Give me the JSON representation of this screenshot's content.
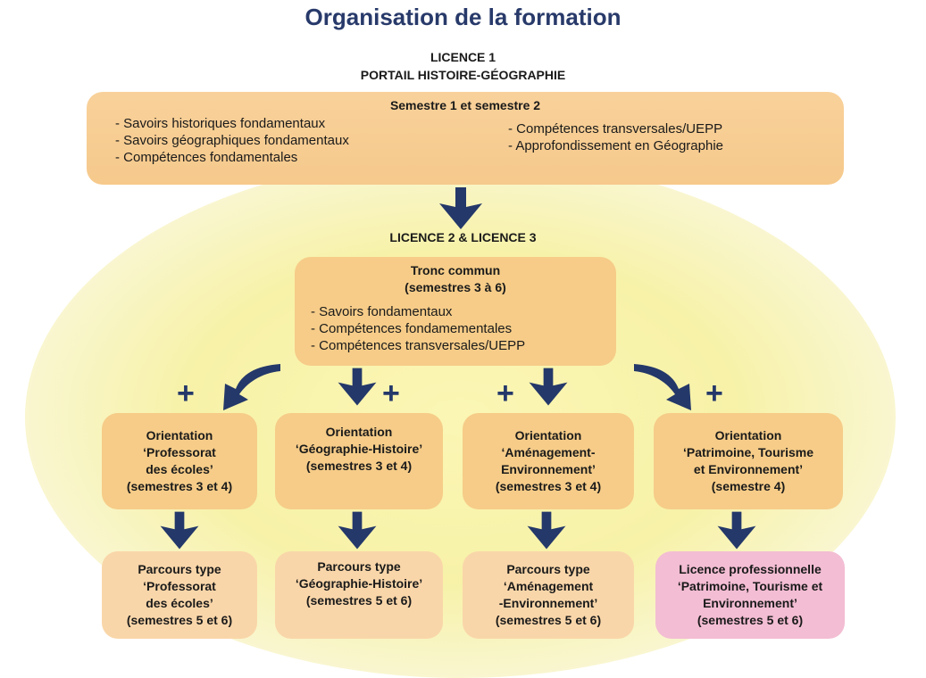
{
  "title": "Organisation de la formation",
  "licence1": {
    "line1": "LICENCE 1",
    "line2": "PORTAIL HISTOIRE-GÉOGRAPHIE"
  },
  "semestre12": {
    "heading": "Semestre 1 et semestre 2",
    "left_items": [
      "- Savoirs historiques fondamentaux",
      "- Savoirs géographiques fondamentaux",
      "- Compétences fondamentales"
    ],
    "right_items": [
      "- Compétences transversales/UEPP",
      "- Approfondissement en Géographie"
    ]
  },
  "licence23": "LICENCE 2   &  LICENCE 3",
  "tronc": {
    "line1": "Tronc commun",
    "line2": "(semestres 3 à 6)",
    "items": [
      "- Savoirs fondamentaux",
      "- Compétences fondamementales",
      "- Compétences transversales/UEPP"
    ]
  },
  "plus_symbol": "+",
  "orientations": [
    {
      "lines": [
        "Orientation",
        "‘Professorat",
        "des écoles’",
        "(semestres 3 et 4)"
      ]
    },
    {
      "lines": [
        "Orientation",
        "‘Géographie-Histoire’",
        "(semestres 3 et 4)"
      ]
    },
    {
      "lines": [
        "Orientation",
        "‘Aménagement-",
        "Environnement’",
        "(semestres 3 et 4)"
      ]
    },
    {
      "lines": [
        "Orientation",
        "‘Patrimoine, Tourisme",
        "et Environnement’",
        "(semestre 4)"
      ]
    }
  ],
  "parcours": [
    {
      "lines": [
        "Parcours type",
        "‘Professorat",
        "des écoles’",
        "(semestres 5 et 6)"
      ]
    },
    {
      "lines": [
        "Parcours type",
        "‘Géographie-Histoire’",
        "(semestres 5 et 6)"
      ]
    },
    {
      "lines": [
        "Parcours type",
        "‘Aménagement",
        "-Environnement’",
        "(semestres 5 et 6)"
      ]
    },
    {
      "lines": [
        "Licence professionnelle",
        "‘Patrimoine, Tourisme et",
        "Environnement’",
        "(semestres 5 et 6)"
      ]
    }
  ],
  "colors": {
    "navy": "#24386a",
    "title": "#283a6a",
    "orange_box": "#f6cc88",
    "peach_box": "#f9d6a9",
    "pink_box": "#f3bdd3",
    "glow": "#f7f2a8"
  }
}
